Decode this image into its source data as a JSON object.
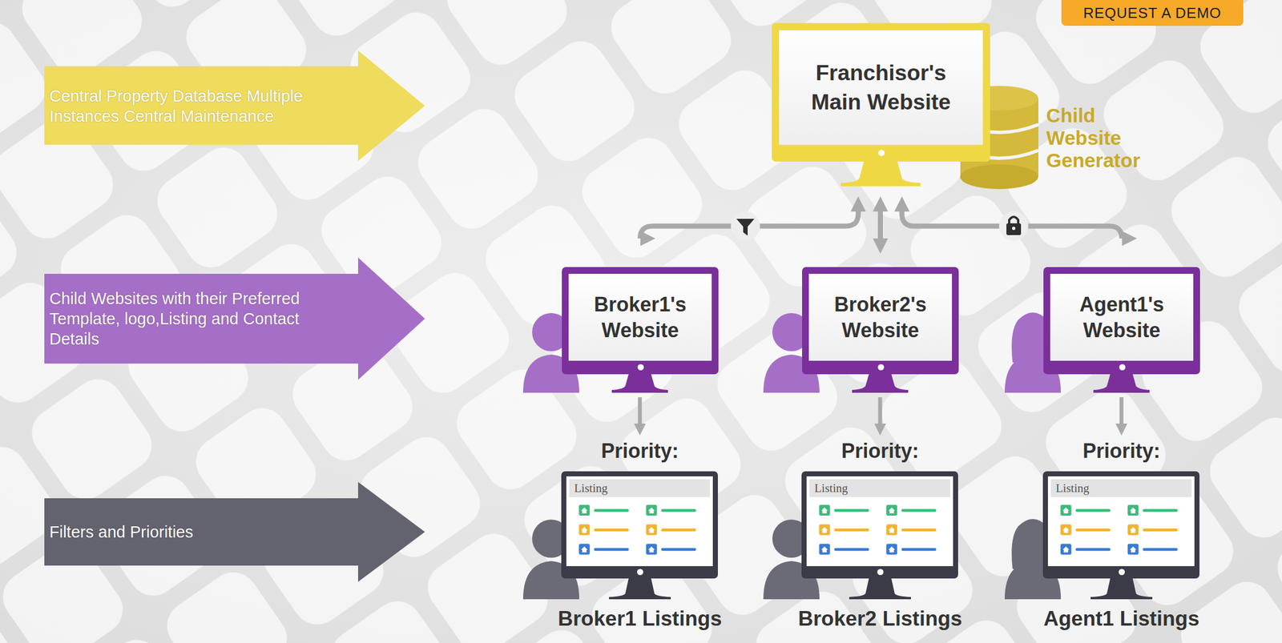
{
  "diagram": {
    "nodes": [
      {
        "text": [
          "REQUEST A DEMO"
        ]
      },
      {
        "text": [
          "Central Property Database Multiple Instances Central Maintenance"
        ]
      },
      {
        "text": [
          "Franchisor's Main Website"
        ]
      },
      {
        "text": [
          "Child Websites with their Preferred Template, logo,Listing and Contact Details"
        ]
      },
      {
        "text": [
          "Broker1's Website"
        ]
      },
      {
        "text": [
          "Broker2's Website"
        ]
      },
      {
        "text": [
          "Agent1's Website"
        ]
      },
      {
        "text": [
          "Filters and Priorities"
        ]
      },
      {
        "text": [
          "Priority:",
          "Listing",
          "Broker1 Listings"
        ]
      },
      {
        "text": [
          "Priority:",
          "Listing",
          "Broker2 Listings"
        ]
      },
      {
        "text": [
          "Priority:",
          "Listing",
          "Agent1 Listings"
        ]
      }
    ],
    "edges": [
      {
        "from": 2,
        "to": 4,
        "arrow": "both"
      },
      {
        "from": 2,
        "to": 5,
        "arrow": "both"
      },
      {
        "from": 2,
        "to": 6,
        "arrow": "both"
      },
      {
        "from": 4,
        "to": 8,
        "arrow": "to"
      },
      {
        "from": 5,
        "to": 9,
        "arrow": "to"
      },
      {
        "from": 6,
        "to": 10,
        "arrow": "to"
      }
    ],
    "labels": [
      "Child Website Generator"
    ]
  }
}
